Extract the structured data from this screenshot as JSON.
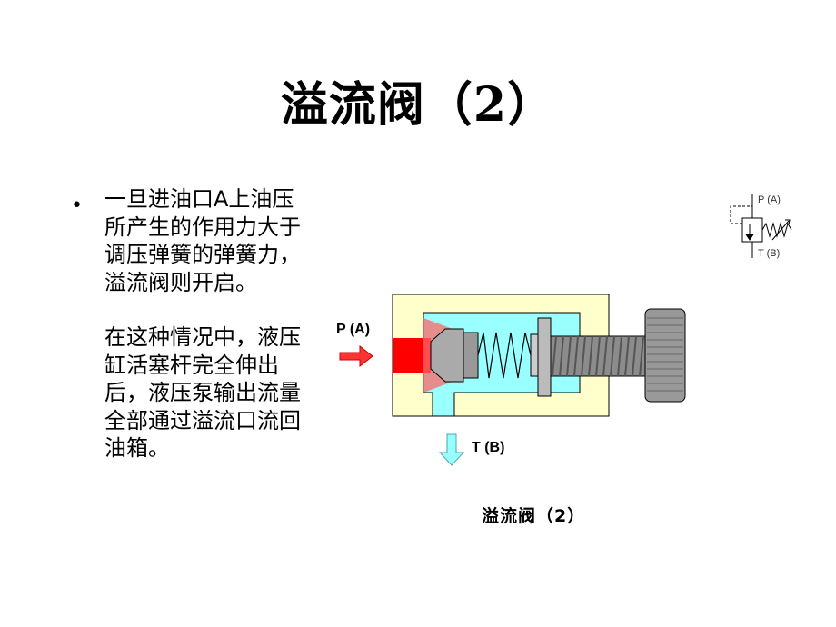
{
  "slide": {
    "title": "溢流阀（2）",
    "bullet": "•",
    "paragraph_1": "一旦进油口A上油压所产生的作用力大于调压弹簧的弹簧力，溢流阀则开启。",
    "paragraph_2": "在这种情况中，液压缸活塞杆完全伸出后，液压泵输出流量全部通过溢流口流回油箱。",
    "caption": "溢流阀（2）"
  },
  "diagram": {
    "port_in_label": "P (A)",
    "port_out_label": "T (B)",
    "symbol_port_top": "P (A)",
    "symbol_port_bottom": "T (B)",
    "colors": {
      "body": "#ffffcc",
      "fluid": "#99ffff",
      "pressure": "#ff0000",
      "arrow_in": "#ff3333",
      "arrow_out": "#99ffff",
      "metal": "#999999"
    }
  }
}
